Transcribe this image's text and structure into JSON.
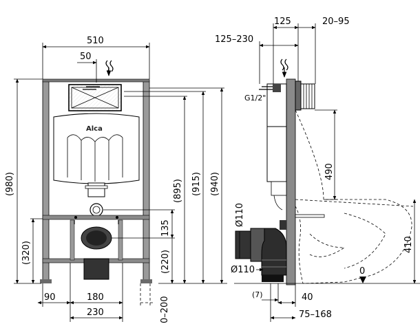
{
  "front_view": {
    "brand": "Alca",
    "dims": {
      "width_top": "510",
      "offset_top": "50",
      "h980": "(980)",
      "h895": "(895)",
      "h915": "(915)",
      "h940": "(940)",
      "h320": "(320)",
      "h135": "135",
      "h220": "(220)",
      "b90": "90",
      "b180": "180",
      "b230": "230",
      "b0_200": "0–200"
    }
  },
  "side_view": {
    "dims": {
      "d125": "125",
      "d20_95": "20–95",
      "d125_230": "125–230",
      "g12": "G1/2\"",
      "d490": "490",
      "dia110_top": "Ø110",
      "dia110_bot": "Ø110",
      "d7": "(7)",
      "d40": "40",
      "d75_168": "75–168",
      "d410": "410",
      "zero": "0"
    }
  }
}
